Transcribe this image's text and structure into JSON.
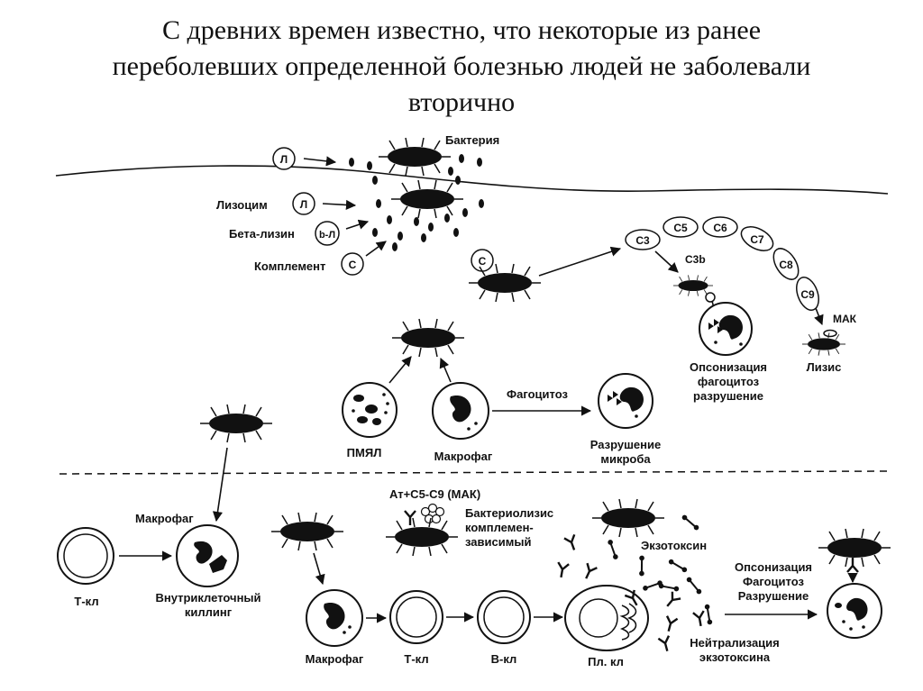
{
  "title": {
    "line1": "С древних времен известно, что некоторые из ранее",
    "line2": "переболевших  определенной болезнью людей не заболевали",
    "line3": "вторично"
  },
  "labels": {
    "bacteria": "Бактерия",
    "lysozyme": "Лизоцим",
    "beta_lysine": "Бета-лизин",
    "complement": "Комплемент",
    "c3b": "C3b",
    "mak": "МАК",
    "opsonization_left": [
      "Опсонизация",
      "фагоцитоз",
      "разрушение"
    ],
    "lysis": "Лизис",
    "phagocytosis": "Фагоцитоз",
    "pmnl": "ПМЯЛ",
    "macrophage": "Макрофаг",
    "microbe_destruction": [
      "Разрушение",
      "микроба"
    ],
    "at_mak": "Ат+С5-С9 (МАК)",
    "bacteriolysis": [
      "Бактериолизис",
      "комплемен-",
      "зависимый"
    ],
    "exotoxin": "Экзотоксин",
    "opsonization_right": [
      "Опсонизация",
      "Фагоцитоз",
      "Разрушение"
    ],
    "t_cell": "Т-кл",
    "intracellular_killing": [
      "Внутриклеточный",
      "киллинг"
    ],
    "b_cell": "В-кл",
    "plasma_cell": "Пл. кл",
    "neutralization": [
      "Нейтрализация",
      "экзотоксина"
    ]
  },
  "symbols": {
    "l": "Л",
    "bl": "b-Л",
    "c": "С",
    "complement_chain": [
      "C3",
      "C5",
      "C6",
      "C7",
      "C8",
      "C9"
    ]
  },
  "icons": [
    "bacterium-icon",
    "macrophage-icon",
    "pmnl-icon",
    "t-cell-icon",
    "b-cell-icon",
    "plasma-cell-icon",
    "antibody-icon",
    "exotoxin-icon",
    "mac-ring-icon"
  ]
}
